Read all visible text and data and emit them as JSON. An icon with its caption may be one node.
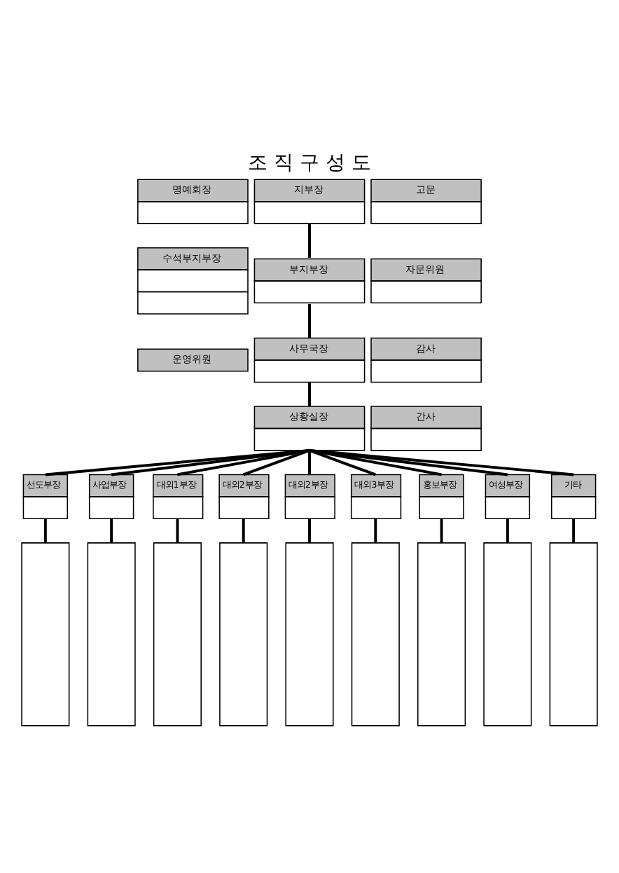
{
  "diagram": {
    "title": "조 직 구 성 도",
    "nodes": [
      {
        "text": [
          "명예회장"
        ]
      },
      {
        "text": [
          "지부장"
        ]
      },
      {
        "text": [
          "고문"
        ]
      },
      {
        "text": [
          "수석부지부장"
        ]
      },
      {
        "text": [
          "자문위원"
        ]
      },
      {
        "text": [
          "부지부장"
        ]
      },
      {
        "text": [
          "운영위원"
        ]
      },
      {
        "text": [
          "사무국장"
        ]
      },
      {
        "text": [
          "감사"
        ]
      },
      {
        "text": [
          "상황실장"
        ]
      },
      {
        "text": [
          "간사"
        ]
      },
      {
        "text": [
          "선도부장"
        ]
      },
      {
        "text": [
          "사업부장"
        ]
      },
      {
        "text": [
          "대외1부장"
        ]
      },
      {
        "text": [
          "대외2부장"
        ]
      },
      {
        "text": [
          "대외2부장"
        ]
      },
      {
        "text": [
          "대외3부장"
        ]
      },
      {
        "text": [
          "홍보부장"
        ]
      },
      {
        "text": [
          "여성부장"
        ]
      },
      {
        "text": [
          "기타"
        ]
      },
      {
        "text": [],
        "shape": "box"
      },
      {
        "text": [],
        "shape": "box"
      },
      {
        "text": [],
        "shape": "box"
      },
      {
        "text": [],
        "shape": "box"
      },
      {
        "text": [],
        "shape": "box"
      },
      {
        "text": [],
        "shape": "box"
      },
      {
        "text": [],
        "shape": "box"
      },
      {
        "text": [],
        "shape": "box"
      },
      {
        "text": [],
        "shape": "box"
      }
    ],
    "edges": [
      {
        "from": 1,
        "to": 5,
        "arrow": "none"
      },
      {
        "from": 5,
        "to": 7,
        "arrow": "none"
      },
      {
        "from": 7,
        "to": 9,
        "arrow": "none"
      },
      {
        "from": 9,
        "to": 11,
        "arrow": "none"
      },
      {
        "from": 9,
        "to": 12,
        "arrow": "none"
      },
      {
        "from": 9,
        "to": 13,
        "arrow": "none"
      },
      {
        "from": 9,
        "to": 14,
        "arrow": "none"
      },
      {
        "from": 9,
        "to": 15,
        "arrow": "none"
      },
      {
        "from": 9,
        "to": 16,
        "arrow": "none"
      },
      {
        "from": 9,
        "to": 17,
        "arrow": "none"
      },
      {
        "from": 9,
        "to": 18,
        "arrow": "none"
      },
      {
        "from": 9,
        "to": 19,
        "arrow": "none"
      },
      {
        "from": 11,
        "to": 20,
        "arrow": "none"
      },
      {
        "from": 12,
        "to": 21,
        "arrow": "none"
      },
      {
        "from": 13,
        "to": 22,
        "arrow": "none"
      },
      {
        "from": 14,
        "to": 23,
        "arrow": "none"
      },
      {
        "from": 15,
        "to": 24,
        "arrow": "none"
      },
      {
        "from": 16,
        "to": 25,
        "arrow": "none"
      },
      {
        "from": 17,
        "to": 26,
        "arrow": "none"
      },
      {
        "from": 18,
        "to": 27,
        "arrow": "none"
      },
      {
        "from": 19,
        "to": 28,
        "arrow": "none"
      }
    ]
  }
}
